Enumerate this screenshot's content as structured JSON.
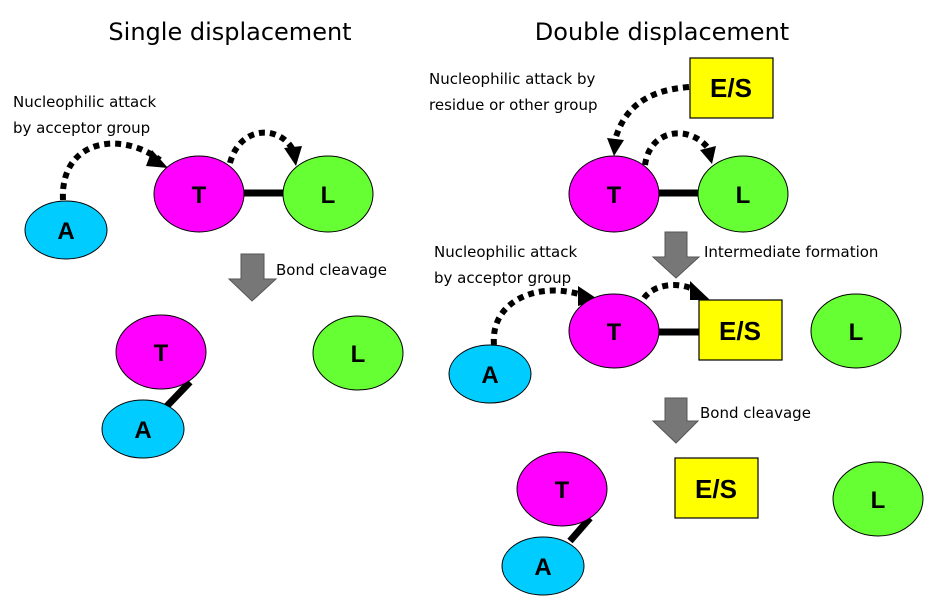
{
  "colors": {
    "acceptor": "#00ccff",
    "transferred": "#ff00ff",
    "leaving": "#66ff33",
    "enzyme_substrate": "#ffff00",
    "process_arrow": "#777777"
  },
  "single": {
    "title": "Single displacement",
    "attack_note": [
      "Nucleophilic attack",
      "by acceptor group"
    ],
    "step_label": "Bond cleavage",
    "nodes": {
      "A": "A",
      "T": "T",
      "L": "L"
    }
  },
  "double": {
    "title": "Double displacement",
    "attack_note_1": [
      "Nucleophilic attack by",
      "residue or other group"
    ],
    "step_label_1": "Intermediate formation",
    "attack_note_2": [
      "Nucleophilic attack",
      "by acceptor group"
    ],
    "step_label_2": "Bond cleavage",
    "nodes": {
      "A": "A",
      "T": "T",
      "L": "L",
      "ES": "E/S"
    }
  }
}
